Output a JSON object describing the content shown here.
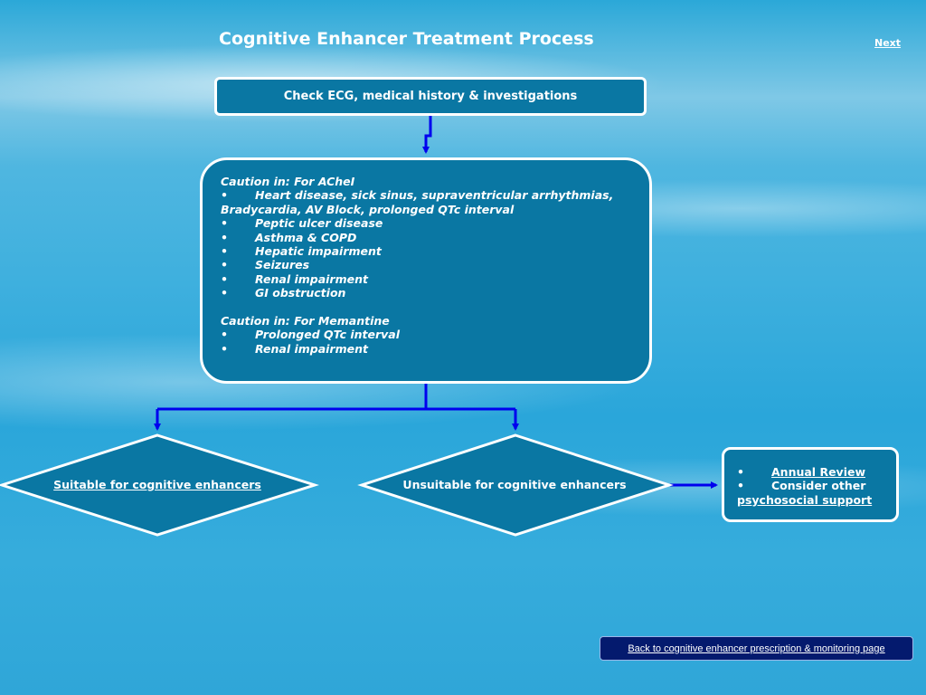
{
  "header": {
    "title": "Cognitive Enhancer Treatment Process",
    "next_label": "Next"
  },
  "ecg_box": {
    "label": "Check ECG, medical history & investigations"
  },
  "caution_box": {
    "acheI_heading": "Caution in: For ACheI",
    "acheI_items": [
      "Heart disease, sick sinus, supraventricular arrhythmias,",
      "Peptic ulcer disease",
      "Asthma & COPD",
      "Hepatic impairment",
      "Seizures",
      "Renal impairment",
      "GI obstruction"
    ],
    "acheI_item0_continuation": "Bradycardia, AV Block, prolonged QTc interval",
    "memantine_heading": "Caution in: For Memantine",
    "memantine_items": [
      "Prolonged QTc interval",
      "Renal impairment"
    ],
    "bullet_char": "•"
  },
  "diamonds": {
    "suitable_label": "Suitable for cognitive enhancers",
    "unsuitable_label": "Unsuitable for cognitive enhancers"
  },
  "review_box": {
    "annual_review": "Annual Review",
    "consider_other": "Consider other",
    "psychosocial": "psychosocial support"
  },
  "footer": {
    "back_label": "Back to cognitive enhancer prescription & monitoring page"
  },
  "colors": {
    "box_fill": "#0a77a3",
    "connector": "#0000ee",
    "back_button": "#041a6e"
  }
}
